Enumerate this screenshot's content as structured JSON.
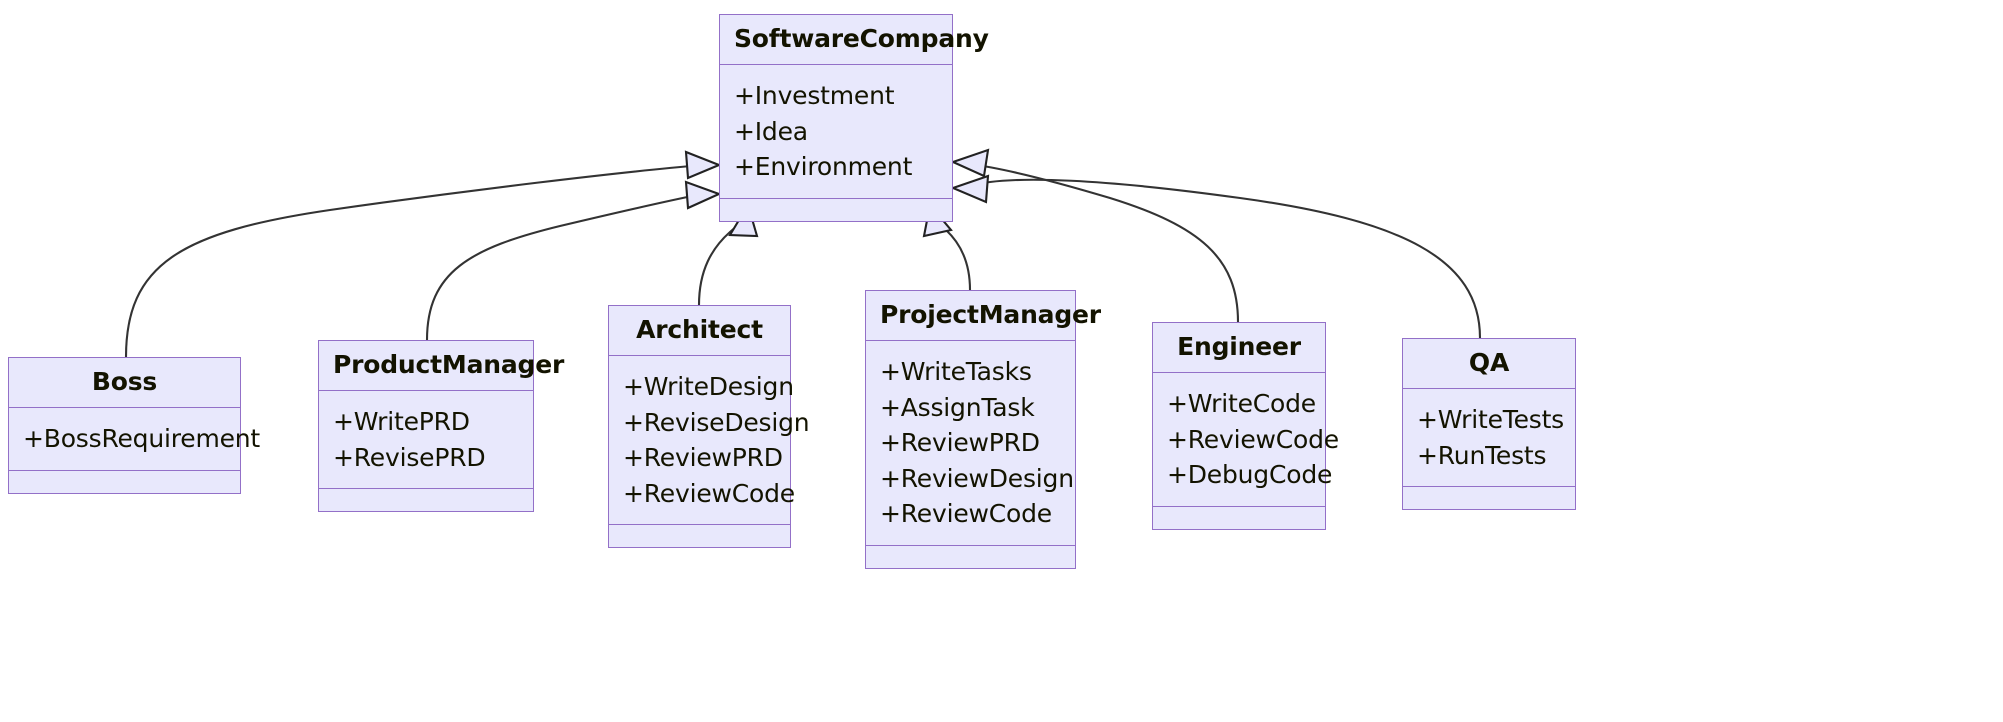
{
  "diagram": {
    "type": "uml-class-diagram",
    "title_visible": false,
    "background_color": "#ffffff",
    "class_fill_color": "#e8e8fc",
    "class_border_color": "#9370c8",
    "edge_color": "#333333",
    "text_color": "#131300",
    "relationship_type": "inheritance",
    "arrowhead_style": "hollow-triangle"
  },
  "classes": {
    "software_company": {
      "name": "SoftwareCompany",
      "members": [
        "+Investment",
        "+Idea",
        "+Environment"
      ],
      "methods": []
    },
    "boss": {
      "name": "Boss",
      "members": [
        "+BossRequirement"
      ],
      "methods": []
    },
    "product_manager": {
      "name": "ProductManager",
      "members": [
        "+WritePRD",
        "+RevisePRD"
      ],
      "methods": []
    },
    "architect": {
      "name": "Architect",
      "members": [
        "+WriteDesign",
        "+ReviseDesign",
        "+ReviewPRD",
        "+ReviewCode"
      ],
      "methods": []
    },
    "project_manager": {
      "name": "ProjectManager",
      "members": [
        "+WriteTasks",
        "+AssignTask",
        "+ReviewPRD",
        "+ReviewDesign",
        "+ReviewCode"
      ],
      "methods": []
    },
    "engineer": {
      "name": "Engineer",
      "members": [
        "+WriteCode",
        "+ReviewCode",
        "+DebugCode"
      ],
      "methods": []
    },
    "qa": {
      "name": "QA",
      "members": [
        "+WriteTests",
        "+RunTests"
      ],
      "methods": []
    }
  },
  "relationships": [
    {
      "from": "Boss",
      "to": "SoftwareCompany",
      "kind": "inheritance"
    },
    {
      "from": "ProductManager",
      "to": "SoftwareCompany",
      "kind": "inheritance"
    },
    {
      "from": "Architect",
      "to": "SoftwareCompany",
      "kind": "inheritance"
    },
    {
      "from": "ProjectManager",
      "to": "SoftwareCompany",
      "kind": "inheritance"
    },
    {
      "from": "Engineer",
      "to": "SoftwareCompany",
      "kind": "inheritance"
    },
    {
      "from": "QA",
      "to": "SoftwareCompany",
      "kind": "inheritance"
    }
  ]
}
